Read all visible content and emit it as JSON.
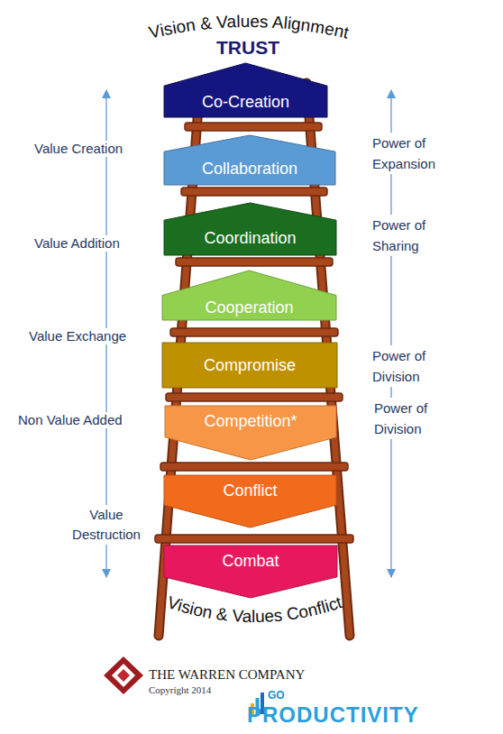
{
  "diagram": {
    "nodes": [
      {
        "text": [
          "Co-Creation"
        ]
      },
      {
        "text": [
          "Collaboration"
        ]
      },
      {
        "text": [
          "Coordination"
        ]
      },
      {
        "text": [
          "Cooperation"
        ]
      },
      {
        "text": [
          "Compromise"
        ]
      },
      {
        "text": [
          "Competition*"
        ]
      },
      {
        "text": [
          "Conflict"
        ]
      },
      {
        "text": [
          "Combat"
        ]
      }
    ],
    "labels": [
      "Vision & Values Alignment",
      "TRUST",
      "Value Creation",
      "Power of Expansion",
      "Value Addition",
      "Power of Sharing",
      "Value Exchange",
      "Power of Division",
      "Non Value Added",
      "Power of Division",
      "Value Destruction",
      "Vision & Values Conflict",
      "THE WARREN COMPANY",
      "Copyright 2014",
      "GO",
      "PRODUCTIVITY"
    ]
  }
}
